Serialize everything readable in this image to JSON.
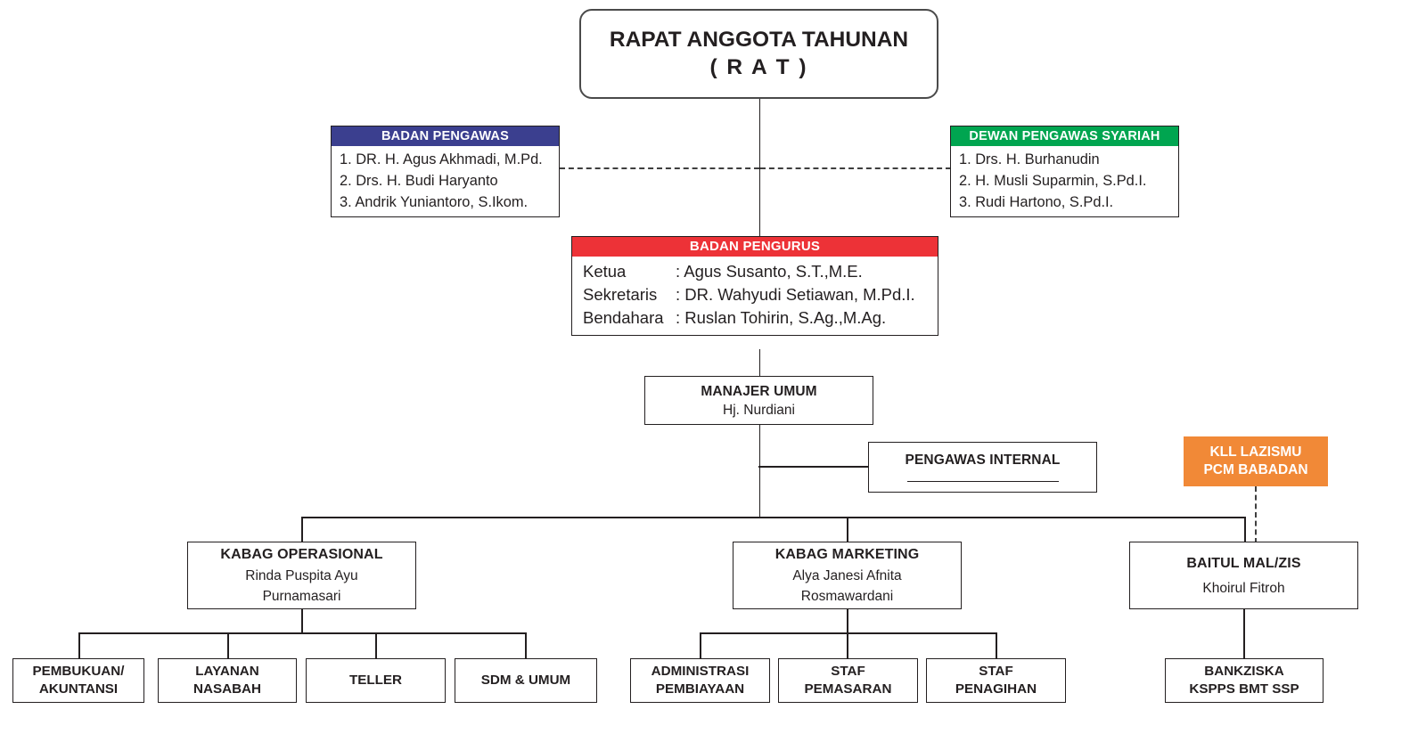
{
  "chart_data": {
    "type": "diagram",
    "title": "Struktur Organisasi",
    "orientation": "top-down"
  },
  "root": {
    "line1": "RAPAT ANGGOTA TAHUNAN",
    "line2": "( R A T )"
  },
  "badan_pengawas": {
    "header": "BADAN PENGAWAS",
    "header_color": "#3b3f8f",
    "members": [
      "1. DR. H. Agus Akhmadi, M.Pd.",
      "2. Drs. H. Budi Haryanto",
      "3. Andrik Yuniantoro, S.Ikom."
    ]
  },
  "dewan_pengawas_syariah": {
    "header": "DEWAN PENGAWAS SYARIAH",
    "header_color": "#00a550",
    "members": [
      "1. Drs. H. Burhanudin",
      "2. H. Musli Suparmin, S.Pd.I.",
      "3. Rudi Hartono, S.Pd.I."
    ]
  },
  "badan_pengurus": {
    "header": "BADAN PENGURUS",
    "header_color": "#ed3237",
    "rows": [
      {
        "role": "Ketua",
        "name": ": Agus Susanto, S.T.,M.E."
      },
      {
        "role": "Sekretaris",
        "name": ": DR. Wahyudi Setiawan, M.Pd.I."
      },
      {
        "role": "Bendahara",
        "name": ": Ruslan Tohirin, S.Ag.,M.Ag."
      }
    ]
  },
  "manajer_umum": {
    "title": "MANAJER UMUM",
    "name": "Hj. Nurdiani"
  },
  "pengawas_internal": {
    "title": "PENGAWAS INTERNAL",
    "name": ""
  },
  "kll_lazismu": {
    "line1": "KLL LAZISMU",
    "line2": "PCM BABADAN",
    "color": "#f18937"
  },
  "kabag_operasional": {
    "title": "KABAG OPERASIONAL",
    "name_line1": "Rinda Puspita Ayu",
    "name_line2": "Purnamasari"
  },
  "kabag_marketing": {
    "title": "KABAG MARKETING",
    "name_line1": "Alya Janesi Afnita",
    "name_line2": "Rosmawardani"
  },
  "baitul_mal": {
    "title": "BAITUL MAL/ZIS",
    "name_line1": "Khoirul Fitroh",
    "name_line2": ""
  },
  "operasional_units": [
    {
      "line1": "PEMBUKUAN/",
      "line2": "AKUNTANSI"
    },
    {
      "line1": "LAYANAN",
      "line2": "NASABAH"
    },
    {
      "line1": "TELLER",
      "line2": ""
    },
    {
      "line1": "SDM & UMUM",
      "line2": ""
    }
  ],
  "marketing_units": [
    {
      "line1": "ADMINISTRASI",
      "line2": "PEMBIAYAAN"
    },
    {
      "line1": "STAF",
      "line2": "PEMASARAN"
    },
    {
      "line1": "STAF",
      "line2": "PENAGIHAN"
    }
  ],
  "baitul_units": [
    {
      "line1": "BANKZISKA",
      "line2": "KSPPS BMT SSP"
    }
  ]
}
